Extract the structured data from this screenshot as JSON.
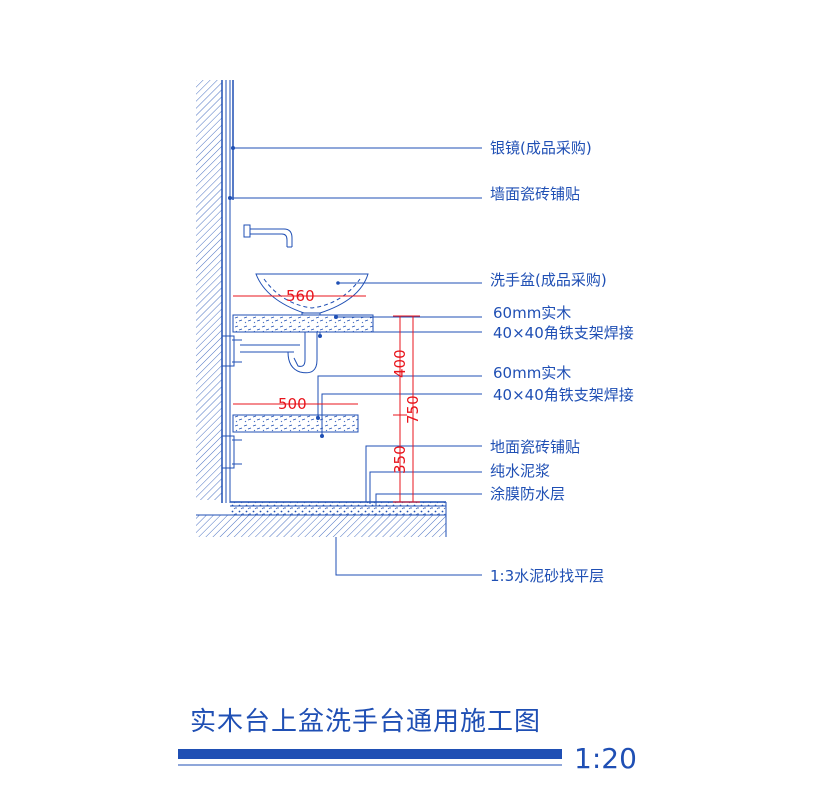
{
  "labels": {
    "mirror": "银镜(成品采购)",
    "wall_tile": "墙面瓷砖铺贴",
    "basin": "洗手盆(成品采购)",
    "wood_top_1": "60mm实木",
    "frame_1": "40×40角铁支架焊接",
    "wood_top_2": "60mm实木",
    "frame_2": "40×40角铁支架焊接",
    "floor_tile": "地面瓷砖铺贴",
    "cement_paste": "纯水泥浆",
    "waterproof": "涂膜防水层",
    "leveling": "1:3水泥砂找平层"
  },
  "dimensions": {
    "basin_width": "560",
    "shelf_width": "500",
    "upper_height": "400",
    "total_height": "750",
    "lower_height": "350"
  },
  "title": "实木台上盆洗手台通用施工图",
  "scale": "1:20",
  "colors": {
    "line": "#1f4fb4",
    "dimension": "#e8141c",
    "title_bar": "#1f4fb4"
  }
}
